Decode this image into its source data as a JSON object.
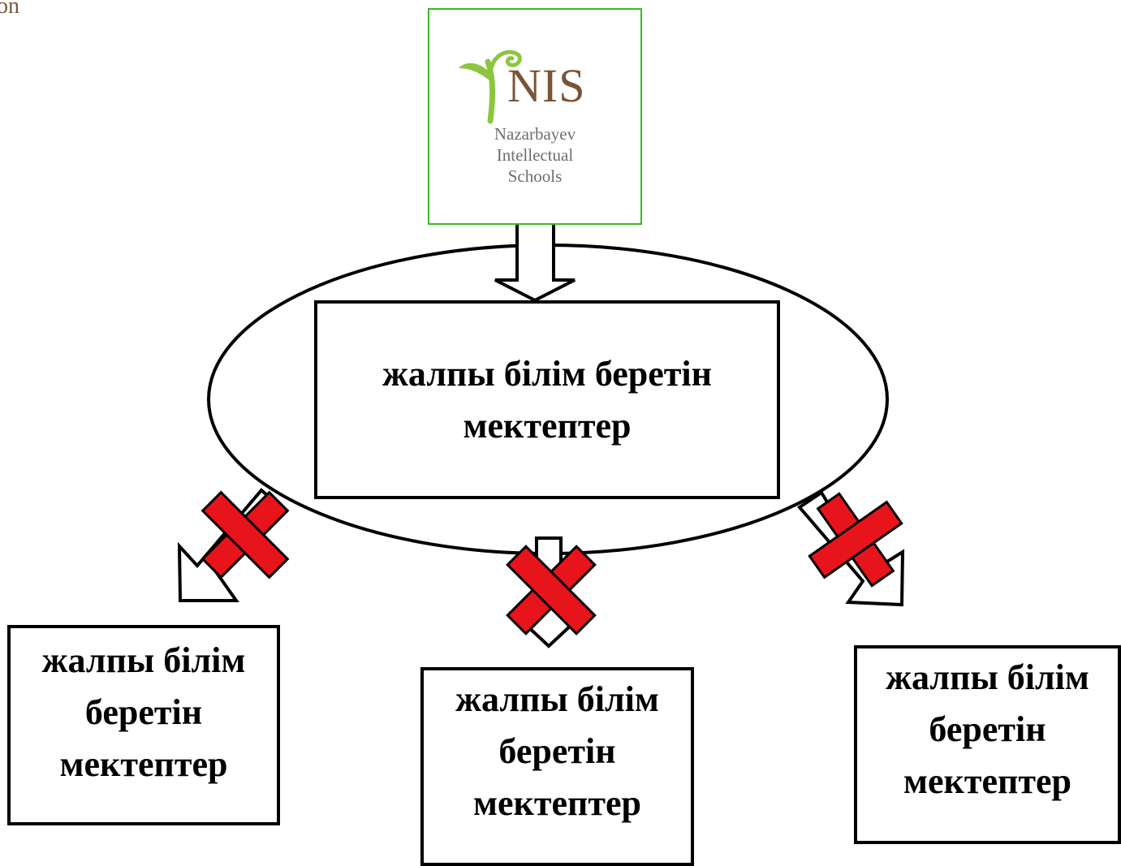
{
  "corner_text": "on",
  "logo": {
    "abbr": "NIS",
    "full_name": "Nazarbayev\nIntellectual\nSchools",
    "border_color": "#3fb52a",
    "text_color": "#7b5435",
    "sprout_color": "#8cc63f"
  },
  "center_box": {
    "label": "жалпы білім беретін мектептер"
  },
  "bottom_boxes": [
    {
      "label": "жалпы білім беретін мектептер"
    },
    {
      "label": "жалпы білім беретін мектептер"
    },
    {
      "label": "жалпы білім беретін мектептер"
    }
  ],
  "cross_color": "#e8141b"
}
